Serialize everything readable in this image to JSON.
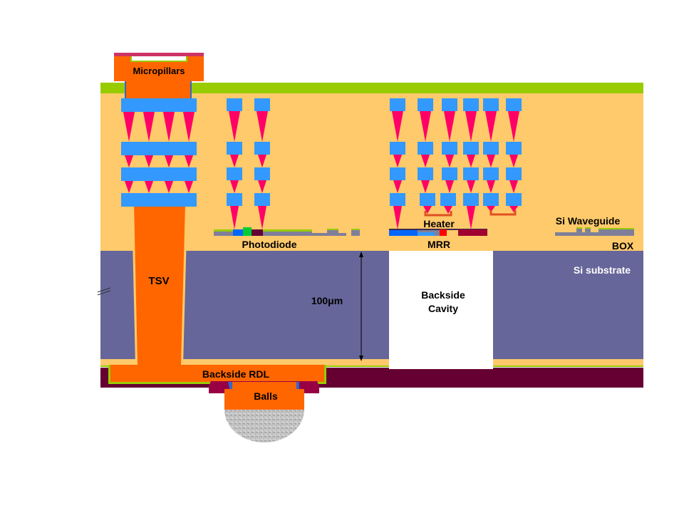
{
  "labels": {
    "micropillars": "Micropillars",
    "photodiode": "Photodiode",
    "heater": "Heater",
    "si_waveguide": "Si Waveguide",
    "mrr": "MRR",
    "box": "BOX",
    "si_substrate": "Si substrate",
    "tsv": "TSV",
    "thickness": "100μm",
    "backside_cavity_line1": "Backside",
    "backside_cavity_line2": "Cavity",
    "backside_rdl": "Backside RDL",
    "balls": "Balls"
  },
  "colors": {
    "dielectric": "#FFCA6B",
    "substrate": "#66669A",
    "copper": "#FF6600",
    "via": "#FF0066",
    "pad": "#3399FF",
    "passivation": "#99CC00",
    "bottom_layer": "#660033",
    "solder": "#C8C8C8",
    "waveguide": "#7F7F99",
    "heater": "#E05020",
    "pd_green": "#00CC33",
    "mrr_red": "#FF0000",
    "mrr_blue": "#0066FF",
    "cavity": "#FFFFFF"
  }
}
